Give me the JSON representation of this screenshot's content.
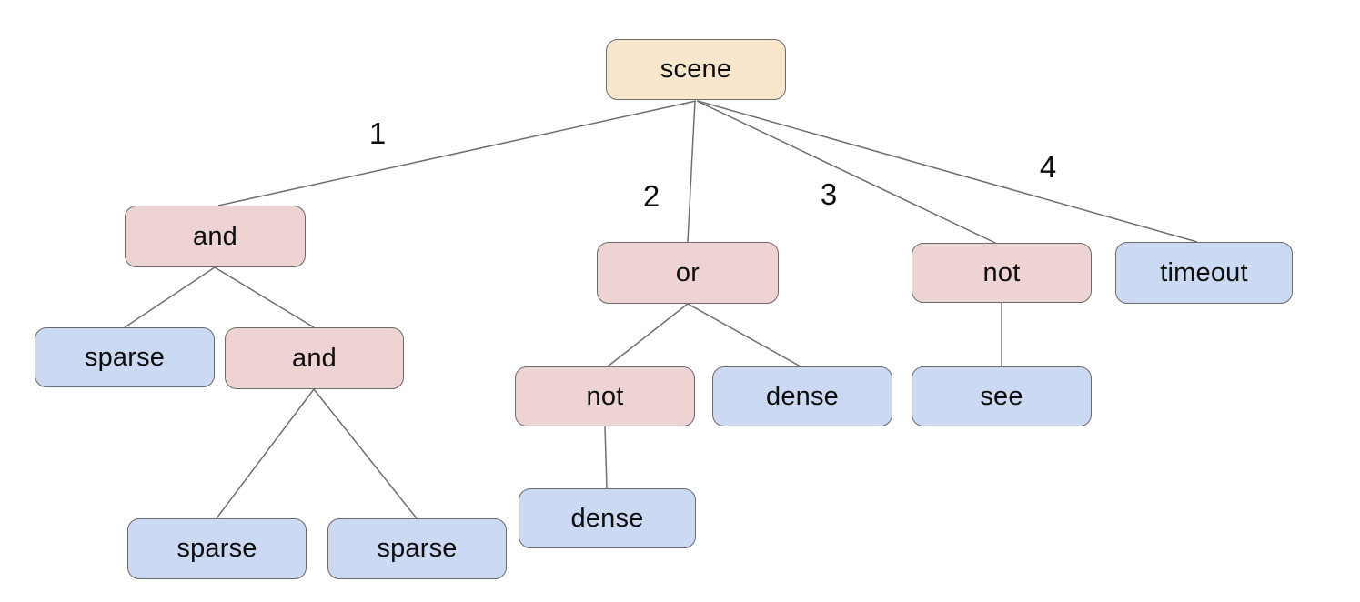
{
  "diagram_type": "tree",
  "palette": {
    "canvas_bg": "#ffffff",
    "root_fill": "#f8e7cd",
    "operator_fill": "#eed3d3",
    "leaf_fill": "#ccd9f2",
    "node_border": "#6b6b6b",
    "edge_color": "#6f6f6f",
    "text_color": "#0d0d0d"
  },
  "nodes": [
    {
      "id": "scene",
      "label": "scene",
      "kind": "root",
      "parent": null
    },
    {
      "id": "and-1",
      "label": "and",
      "kind": "operator",
      "parent": "scene"
    },
    {
      "id": "or-1",
      "label": "or",
      "kind": "operator",
      "parent": "scene"
    },
    {
      "id": "not-1",
      "label": "not",
      "kind": "operator",
      "parent": "scene"
    },
    {
      "id": "timeout-1",
      "label": "timeout",
      "kind": "leaf",
      "parent": "scene"
    },
    {
      "id": "sparse-1",
      "label": "sparse",
      "kind": "leaf",
      "parent": "and-1"
    },
    {
      "id": "and-2",
      "label": "and",
      "kind": "operator",
      "parent": "and-1"
    },
    {
      "id": "not-2",
      "label": "not",
      "kind": "operator",
      "parent": "or-1"
    },
    {
      "id": "dense-1",
      "label": "dense",
      "kind": "leaf",
      "parent": "or-1"
    },
    {
      "id": "see-1",
      "label": "see",
      "kind": "leaf",
      "parent": "not-1"
    },
    {
      "id": "sparse-2",
      "label": "sparse",
      "kind": "leaf",
      "parent": "and-2"
    },
    {
      "id": "sparse-3",
      "label": "sparse",
      "kind": "leaf",
      "parent": "and-2"
    },
    {
      "id": "dense-2",
      "label": "dense",
      "kind": "leaf",
      "parent": "not-2"
    }
  ],
  "edges": [
    {
      "from": "scene",
      "to": "and-1",
      "label": "1"
    },
    {
      "from": "scene",
      "to": "or-1",
      "label": "2"
    },
    {
      "from": "scene",
      "to": "not-1",
      "label": "3"
    },
    {
      "from": "scene",
      "to": "timeout-1",
      "label": "4"
    },
    {
      "from": "and-1",
      "to": "sparse-1",
      "label": ""
    },
    {
      "from": "and-1",
      "to": "and-2",
      "label": ""
    },
    {
      "from": "and-2",
      "to": "sparse-2",
      "label": ""
    },
    {
      "from": "and-2",
      "to": "sparse-3",
      "label": ""
    },
    {
      "from": "or-1",
      "to": "not-2",
      "label": ""
    },
    {
      "from": "or-1",
      "to": "dense-1",
      "label": ""
    },
    {
      "from": "not-1",
      "to": "see-1",
      "label": ""
    },
    {
      "from": "not-2",
      "to": "dense-2",
      "label": ""
    }
  ]
}
